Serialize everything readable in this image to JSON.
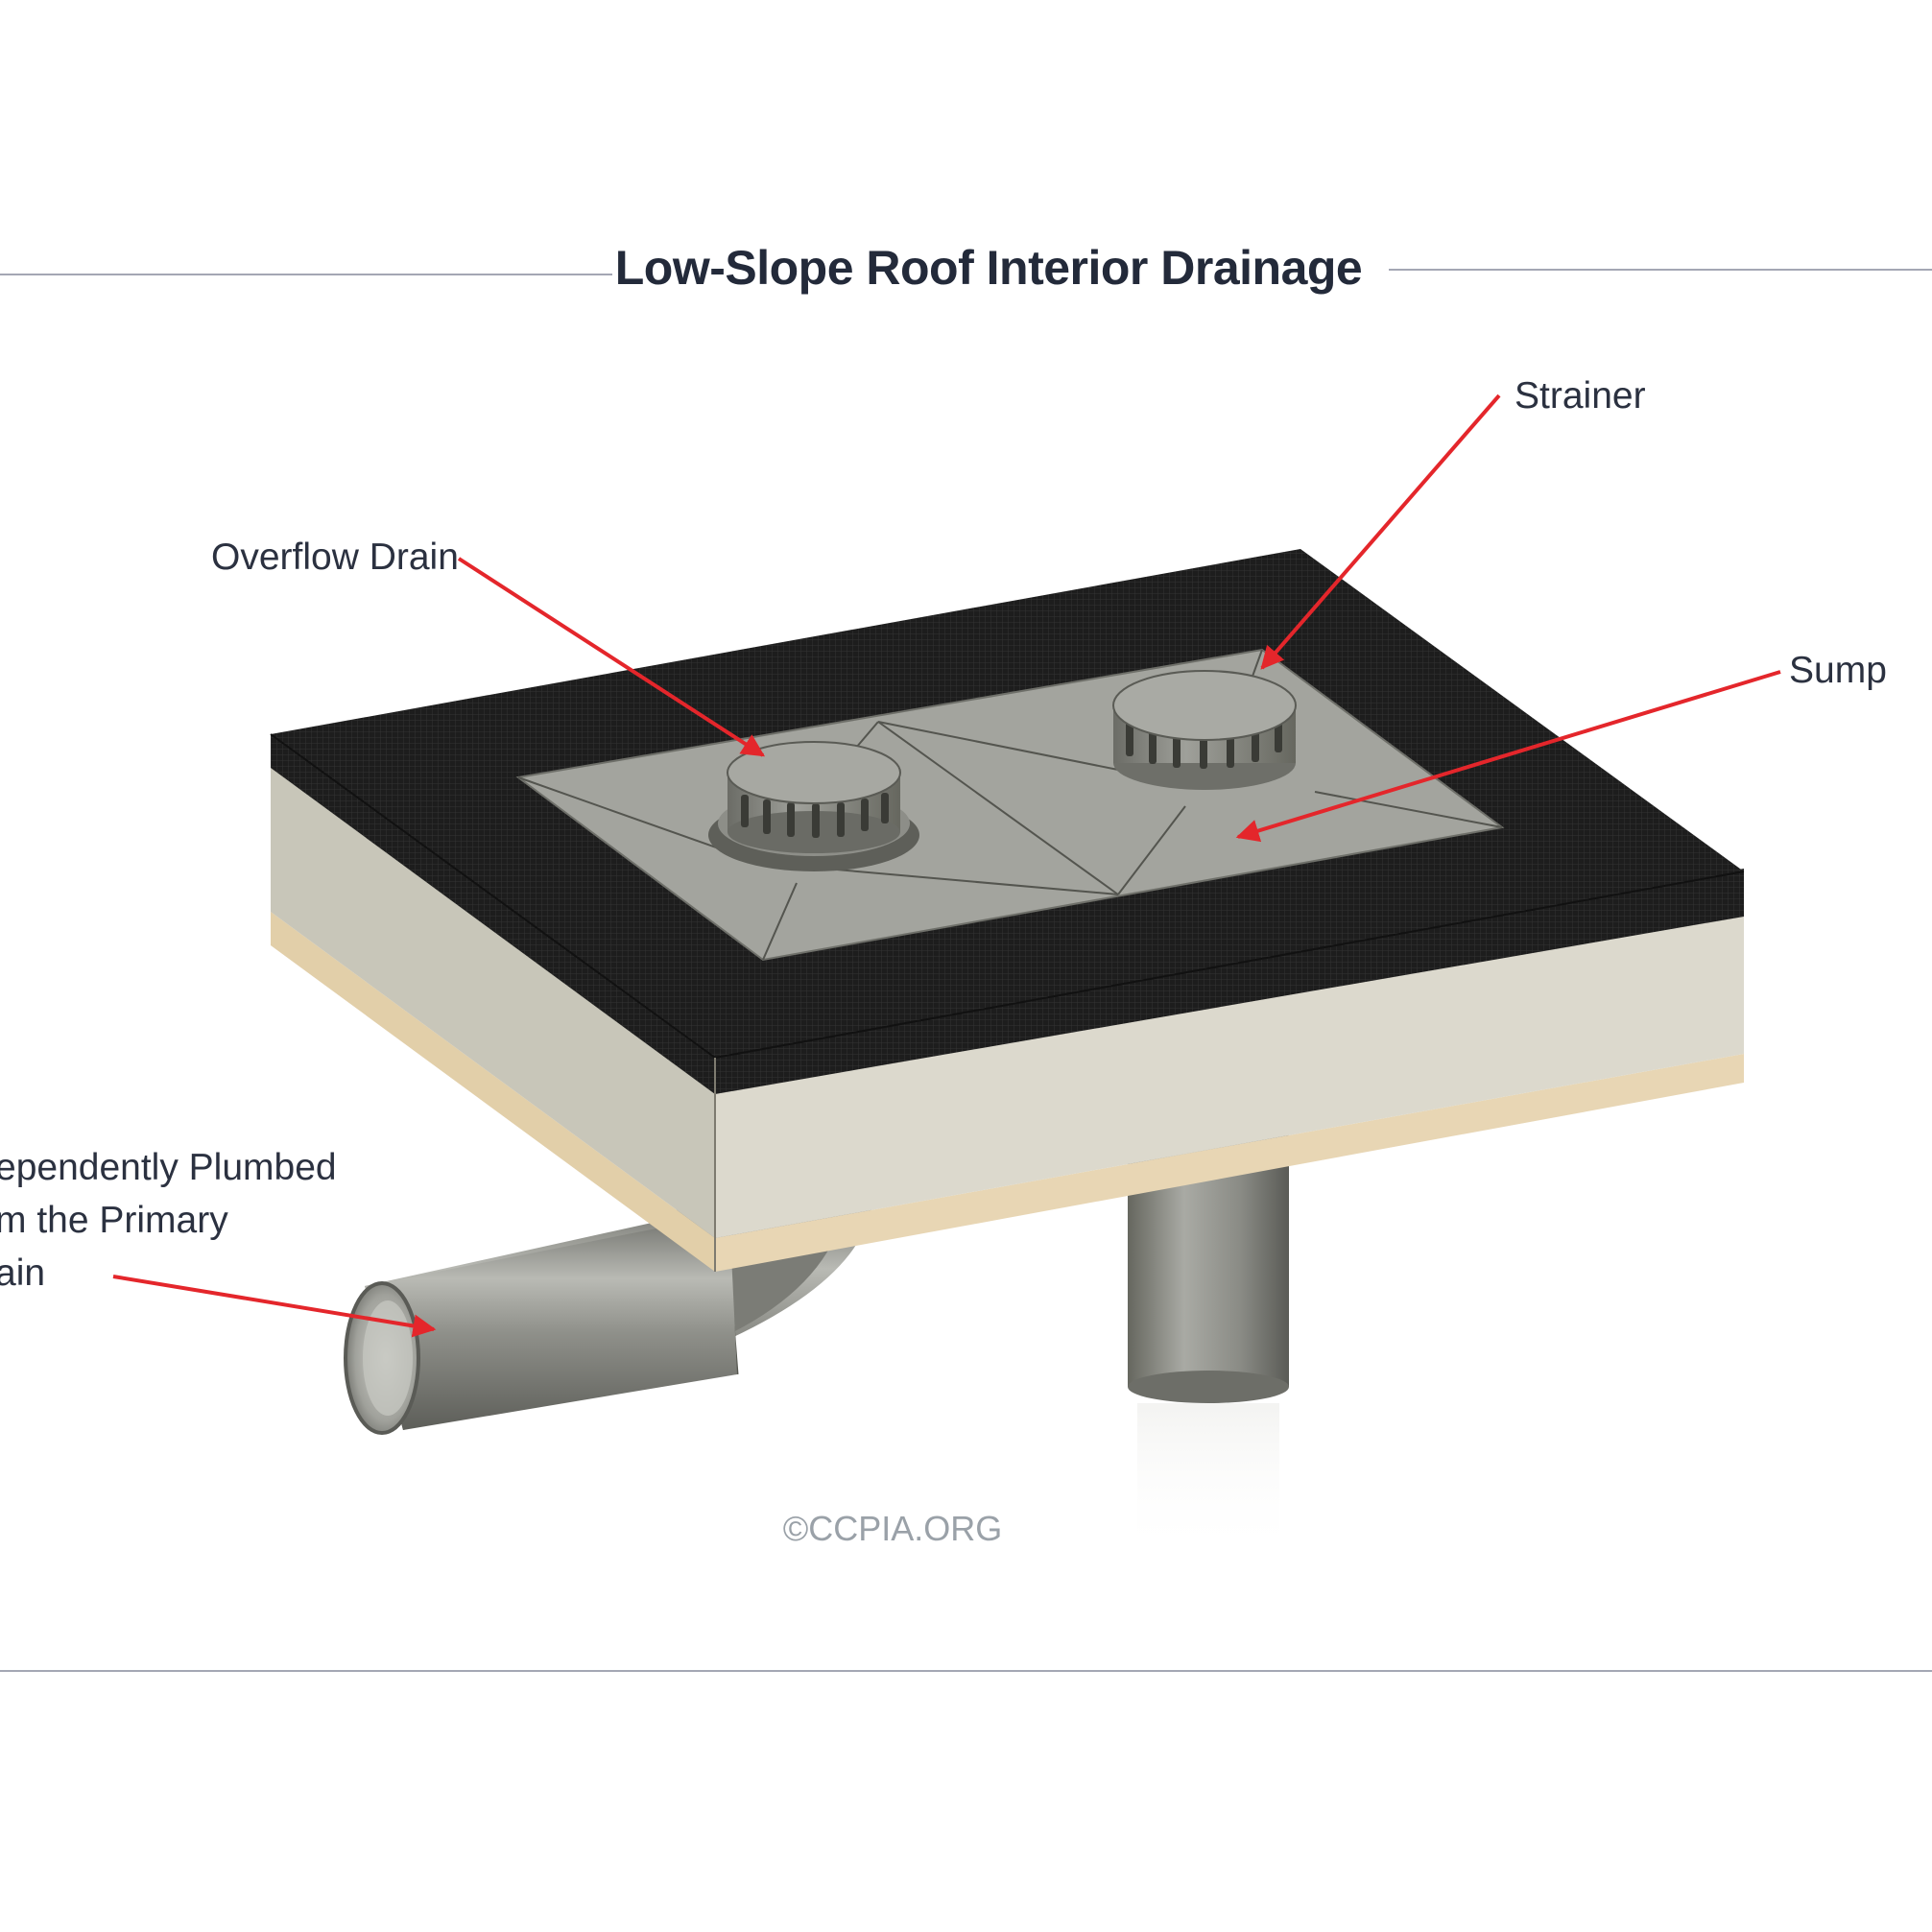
{
  "title": "Low-Slope Roof Interior Drainage",
  "labels": {
    "strainer": "Strainer",
    "overflow_drain": "Overflow Drain",
    "sump": "Sump",
    "independent_pipe": {
      "line1": "ependently Plumbed",
      "line2": "m the Primary",
      "line3": "ain"
    }
  },
  "credit": "©CCPIA.ORG",
  "colors": {
    "arrow": "#e4262b",
    "membrane": "#1c1c1c",
    "insulation": "#d6d3c6",
    "deck": "#e6d4b2",
    "sump_metal": "#a2a39e",
    "pipe_metal": "#8c8c86",
    "rule": "#a4a7b4",
    "text": "#2b3140"
  }
}
